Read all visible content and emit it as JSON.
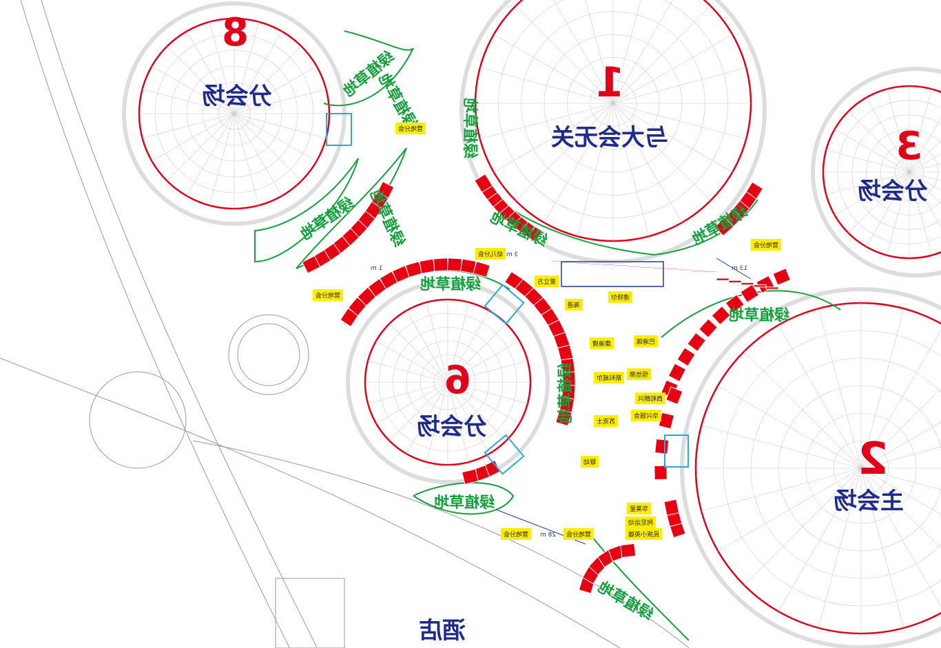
{
  "venues": [
    {
      "number": "8",
      "label": "分会场"
    },
    {
      "number": "1",
      "label": "与大会无关"
    },
    {
      "number": "3",
      "label": "分会场"
    },
    {
      "number": "6",
      "label": "分会场"
    },
    {
      "number": "2",
      "label": "主会场"
    }
  ],
  "hotel": "酒店",
  "lawn": "绿植草地",
  "booths": [
    "营地分会",
    "营地分会",
    "营地分会",
    "营地分会",
    "营地分会",
    "幼儿分会",
    "爱立方",
    "速特尔",
    "海通",
    "康迪捷",
    "巴迪瑞",
    "斯科威尔",
    "恒信德",
    "西和朗兴",
    "华兴银合",
    "苏克士",
    "联动",
    "华莱星",
    "阿尼运动",
    "民族小英雄"
  ],
  "dimensions": [
    "1 m",
    "3 m",
    "13 m",
    "28 m"
  ],
  "colors": {
    "booth": "#e60012",
    "outline": "#1f3a93",
    "lawn": "#14a03c",
    "venue": "#e0001a",
    "tag": "#ffed00",
    "wayfinding": "#29a8e0"
  }
}
